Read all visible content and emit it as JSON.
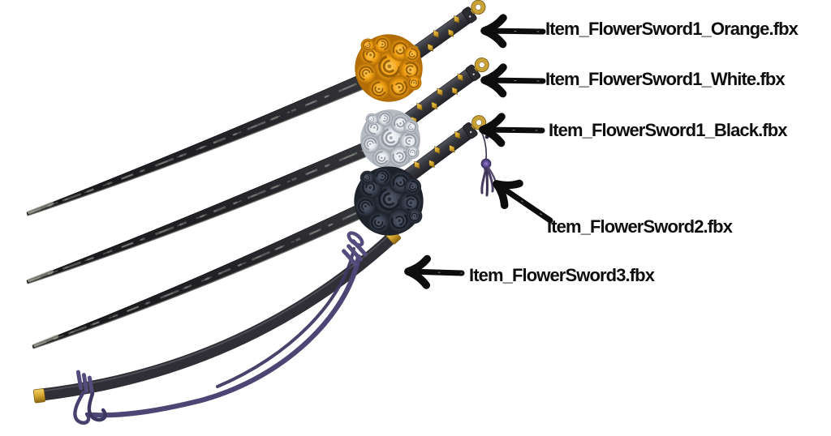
{
  "scene": {
    "background": "#ffffff",
    "items": [
      {
        "id": "flower-sword1-orange",
        "label": "Item_FlowerSword1_Orange.fbx",
        "bouquet": "orange"
      },
      {
        "id": "flower-sword1-white",
        "label": "Item_FlowerSword1_White.fbx",
        "bouquet": "white"
      },
      {
        "id": "flower-sword1-black",
        "label": "Item_FlowerSword1_Black.fbx",
        "bouquet": "black"
      },
      {
        "id": "flower-sword2",
        "label": "Item_FlowerSword2.fbx",
        "attachment": "purple-tassel"
      },
      {
        "id": "flower-sword3",
        "label": "Item_FlowerSword3.fbx",
        "attachment": "scabbard-with-purple-cord"
      }
    ],
    "colors": {
      "arrow": "#0d0d0d",
      "label_text": "#0e0e0e",
      "orange_flower": "#ef9e13",
      "white_flower": "#e6e9ec",
      "black_flower": "#333a45",
      "gold": "#d3a62f",
      "cord_purple": "#4c4674",
      "blade": "#232327",
      "handle": "#35353c",
      "tassel_purple": "#6f5aa8"
    }
  }
}
